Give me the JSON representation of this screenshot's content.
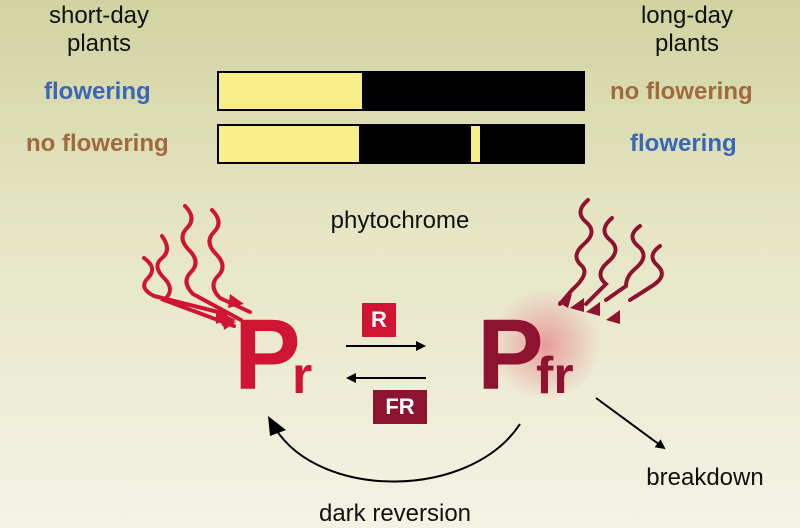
{
  "short_day": {
    "line1": "short-day",
    "line2": "plants",
    "flowering": "flowering",
    "no_flowering": "no flowering"
  },
  "long_day": {
    "line1": "long-day",
    "line2": "plants",
    "no_flowering": "no flowering",
    "flowering": "flowering"
  },
  "phytochrome_label": "phytochrome",
  "pr": {
    "letter": "P",
    "sub": "r"
  },
  "pfr": {
    "letter": "P",
    "sub": "fr"
  },
  "red_box": "R",
  "farred_box": "FR",
  "dark_reversion": "dark reversion",
  "breakdown": "breakdown",
  "colors": {
    "blue_text": "#3a66b8",
    "brown_text": "#a06a3e",
    "red": "#d01434",
    "far_red": "#8e1330",
    "light": "#f8ee8a",
    "dark": "#000000"
  }
}
